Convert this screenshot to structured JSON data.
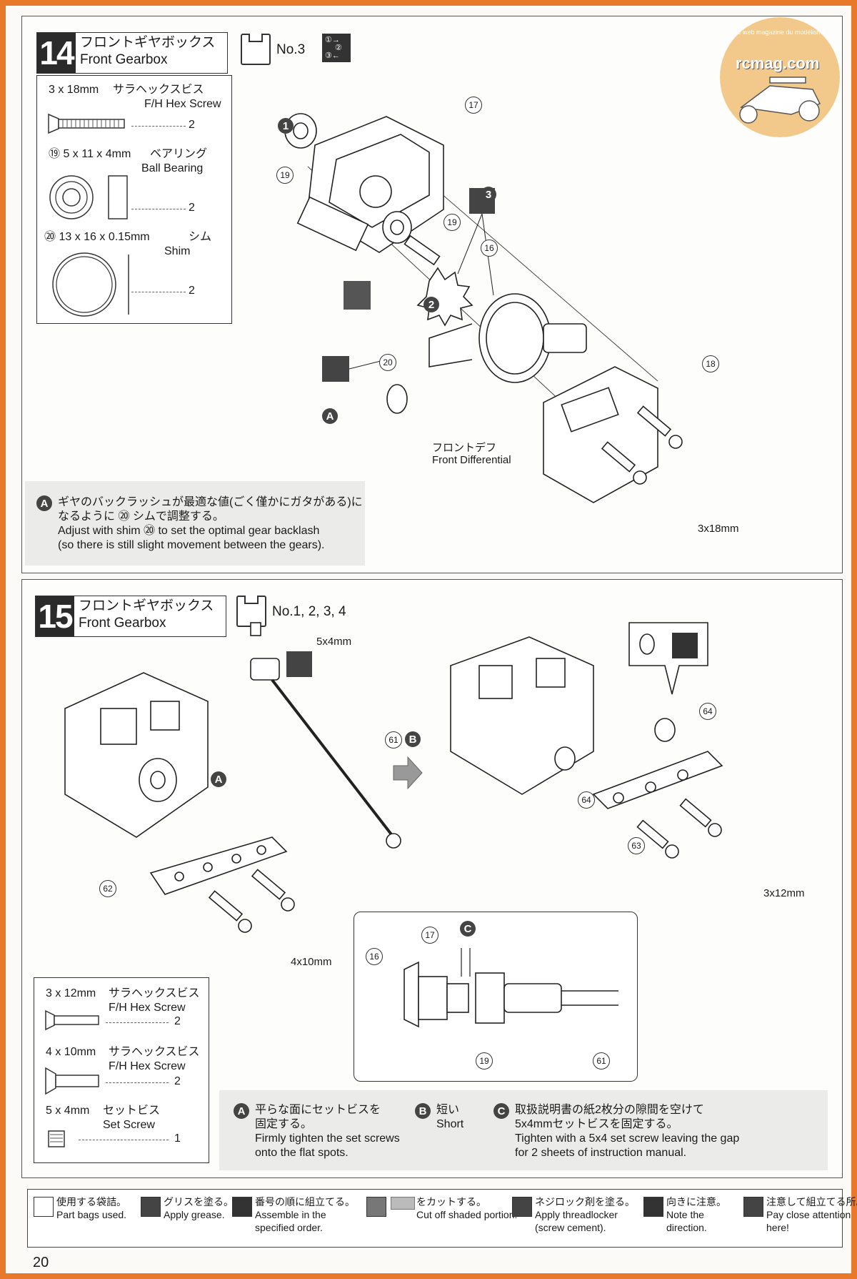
{
  "page_number": "20",
  "watermark": {
    "text": "rcmag.com",
    "tagline": "Le web magazine du modélisme"
  },
  "step14": {
    "number": "14",
    "title_jp": "フロントギヤボックス",
    "title_en": "Front Gearbox",
    "bag": "No.3",
    "parts": [
      {
        "size": "3 x 18mm",
        "jp": "サラヘックスビス",
        "en": "F/H Hex Screw",
        "qty": "2"
      },
      {
        "size": "⑲ 5 x 11 x 4mm",
        "jp": "ベアリング",
        "en": "Ball Bearing",
        "qty": "2"
      },
      {
        "size": "⑳ 13 x 16 x 0.15mm",
        "jp": "シム",
        "en": "Shim",
        "qty": "2"
      }
    ],
    "labels": {
      "diff_jp": "フロントデフ",
      "diff_en": "Front Differential",
      "screw": "3x18mm",
      "p17": "17",
      "p18": "18",
      "p19a": "19",
      "p19b": "19",
      "p16": "16",
      "p20": "20",
      "s1": "1",
      "s2": "2",
      "s3": "3",
      "a": "A"
    },
    "note": {
      "marker": "A",
      "jp1": "ギヤのバックラッシュが最適な値(ごく僅かにガタがある)に",
      "jp2": "なるように ⑳ シムで調整する。",
      "en1": "Adjust with shim ⑳ to set the optimal gear backlash",
      "en2": "(so there is still slight movement between the gears)."
    }
  },
  "step15": {
    "number": "15",
    "title_jp": "フロントギヤボックス",
    "title_en": "Front Gearbox",
    "bag": "No.1, 2, 3, 4",
    "parts": [
      {
        "size": "3 x 12mm",
        "jp": "サラヘックスビス",
        "en": "F/H Hex Screw",
        "qty": "2"
      },
      {
        "size": "4 x 10mm",
        "jp": "サラヘックスビス",
        "en": "F/H Hex Screw",
        "qty": "2"
      },
      {
        "size": "5 x 4mm",
        "jp": "セットビス",
        "en": "Set Screw",
        "qty": "1"
      }
    ],
    "labels": {
      "setscrew": "5x4mm",
      "p61": "61",
      "b": "B",
      "a": "A",
      "p62": "62",
      "screw4": "4x10mm",
      "p64a": "64",
      "p64b": "64",
      "p63": "63",
      "screw3": "3x12mm",
      "d16": "16",
      "d17": "17",
      "d19": "19",
      "d61": "61",
      "c": "C"
    },
    "notes": [
      {
        "marker": "A",
        "jp1": "平らな面にセットビスを",
        "jp2": "固定する。",
        "en1": "Firmly tighten the set screws",
        "en2": "onto the flat spots."
      },
      {
        "marker": "B",
        "jp1": "短い",
        "en1": "Short"
      },
      {
        "marker": "C",
        "jp1": "取扱説明書の紙2枚分の隙間を空けて",
        "jp2": "5x4mmセットビスを固定する。",
        "en1": "Tighten with a 5x4 set screw leaving the gap",
        "en2": "for 2 sheets of instruction manual."
      }
    ]
  },
  "legend": [
    {
      "icon": "bag-icon",
      "jp": "使用する袋詰。",
      "en1": "Part bags used.",
      "en2": ""
    },
    {
      "icon": "grease-icon",
      "jp": "グリスを塗る。",
      "en1": "Apply grease.",
      "en2": ""
    },
    {
      "icon": "order-icon",
      "jp": "番号の順に組立てる。",
      "en1": "Assemble in the",
      "en2": "specified order."
    },
    {
      "icon": "cut-icon",
      "jp": "をカットする。",
      "en1": "Cut off shaded portion.",
      "en2": ""
    },
    {
      "icon": "threadlocker-icon",
      "jp": "ネジロック剤を塗る。",
      "en1": "Apply threadlocker",
      "en2": "(screw cement)."
    },
    {
      "icon": "direction-icon",
      "jp": "向きに注意。",
      "en1": "Note the",
      "en2": "direction."
    },
    {
      "icon": "attention-icon",
      "jp": "注意して組立てる所。",
      "en1": "Pay close attention",
      "en2": "here!"
    }
  ]
}
